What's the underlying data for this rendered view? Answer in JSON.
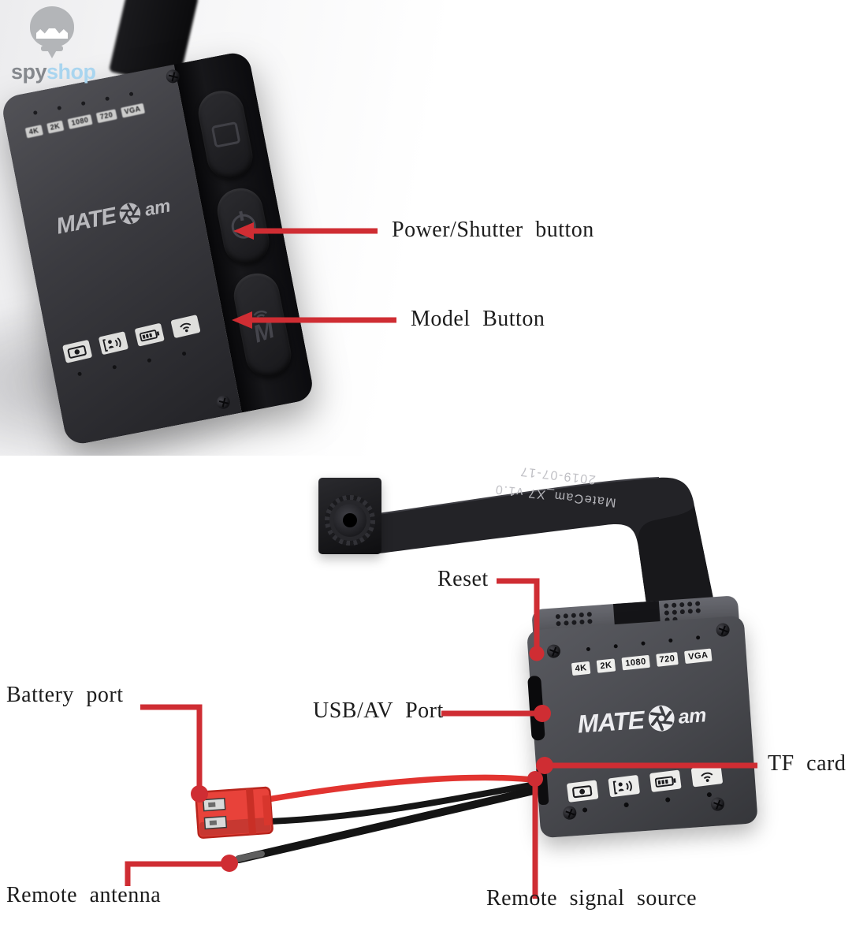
{
  "brand": {
    "spy": "spy",
    "shop": "shop"
  },
  "labels": {
    "power_shutter": "Power/Shutter button",
    "model_button": "Model Button",
    "reset": "Reset",
    "usb_av": "USB/AV Port",
    "battery_port": "Battery port",
    "tf_card": "TF card",
    "remote_antenna": "Remote antenna",
    "remote_signal": "Remote signal source"
  },
  "device": {
    "logo_mate": "MATE",
    "logo_am": "am",
    "resolution_badges": [
      "4K",
      "2K",
      "1080",
      "720",
      "VGA"
    ],
    "ribbon_line1": "MateCam_X7 v1.0",
    "ribbon_line2": "2019-07-17",
    "mode_icons": [
      "camera-icon",
      "motion-icon",
      "battery-icon",
      "wifi-icon"
    ]
  },
  "colors": {
    "annotation_red": "#cf2d33",
    "brand_blue": "#a9d5ef",
    "brand_gray": "#85888d"
  }
}
